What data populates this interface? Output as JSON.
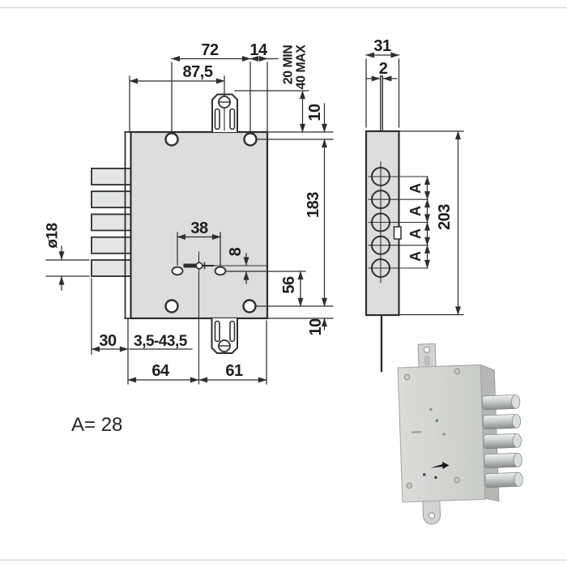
{
  "front": {
    "d72": "72",
    "d14": "14",
    "d87_5": "87,5",
    "d20min": "20 MIN",
    "d40max": "40 MAX",
    "d10_top": "10",
    "d183": "183",
    "d56": "56",
    "d10_bottom": "10",
    "d38": "38",
    "d8": "8",
    "d_diameter": "ø18",
    "d30": "30",
    "d_range": "3,5-43,5",
    "d64": "64",
    "d61": "61"
  },
  "side": {
    "d31": "31",
    "d2": "2",
    "d203": "203",
    "a_labels": [
      "A",
      "A",
      "A",
      "A"
    ]
  },
  "note": {
    "a_equals": "A= 28"
  },
  "colors": {
    "line": "#2e2e2e",
    "body_fill": "#dbdeda",
    "bolt_fill": "#e3e6e2",
    "text": "#1e1e1e",
    "frame": "#dadada",
    "photo_metal": "#d2d4d1",
    "photo_side": "#b4b7b4"
  }
}
